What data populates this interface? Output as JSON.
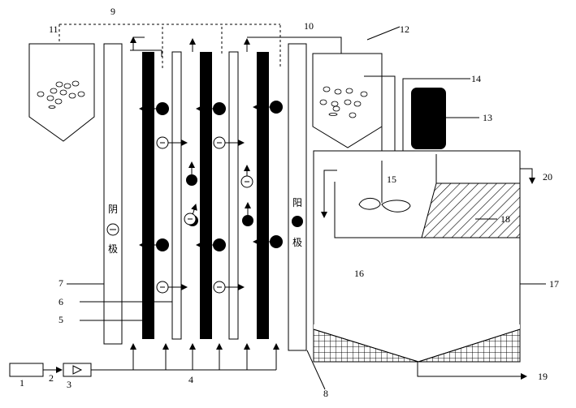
{
  "diagram": {
    "labels": {
      "l1": "1",
      "l2": "2",
      "l3": "3",
      "l4": "4",
      "l5": "5",
      "l6": "6",
      "l7": "7",
      "l8": "8",
      "l9": "9",
      "l10": "10",
      "l11": "11",
      "l12": "12",
      "l13": "13",
      "l14": "14",
      "l15": "15",
      "l16": "16",
      "l17": "17",
      "l18": "18",
      "l19": "19",
      "l20": "20"
    },
    "cathode_text": [
      "阴",
      "极"
    ],
    "anode_text": [
      "阳",
      "极"
    ],
    "colors": {
      "line": "#000000",
      "membrane_dark": "#000000",
      "membrane_light": "#ffffff"
    },
    "icons": [
      "pump-icon",
      "ion-positive-icon",
      "ion-negative-icon",
      "stirrer-icon",
      "tank-icon"
    ]
  }
}
